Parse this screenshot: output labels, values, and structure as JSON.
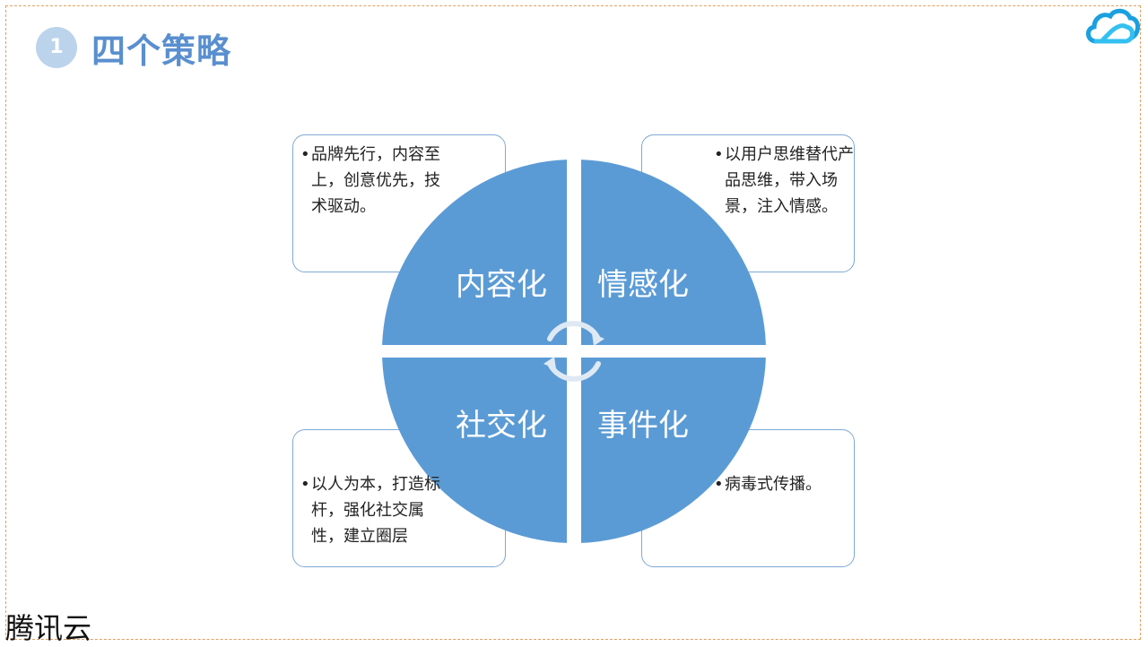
{
  "header": {
    "step_number": "1",
    "title": "四个策略"
  },
  "quadrants": {
    "top_left": {
      "label": "内容化",
      "description": "品牌先行，内容至上，创意优先，技术驱动。"
    },
    "top_right": {
      "label": "情感化",
      "description": "以用户思维替代产品思维，带入场景，注入情感。"
    },
    "bottom_left": {
      "label": "社交化",
      "description": "以人为本，打造标杆，强化社交属性，建立圈层"
    },
    "bottom_right": {
      "label": "事件化",
      "description": "病毒式传播。"
    }
  },
  "footer": {
    "brand": "腾讯云"
  },
  "colors": {
    "quadrant_fill": "#5b9bd5",
    "box_border": "#7fa8d4",
    "title": "#5a8fcf",
    "badge": "#bcd3ec",
    "frame": "#e0a060"
  },
  "icons": {
    "logo": "tencent-cloud-icon",
    "center": "cycle-arrows-icon",
    "bullet": "bullet-dot-icon"
  }
}
